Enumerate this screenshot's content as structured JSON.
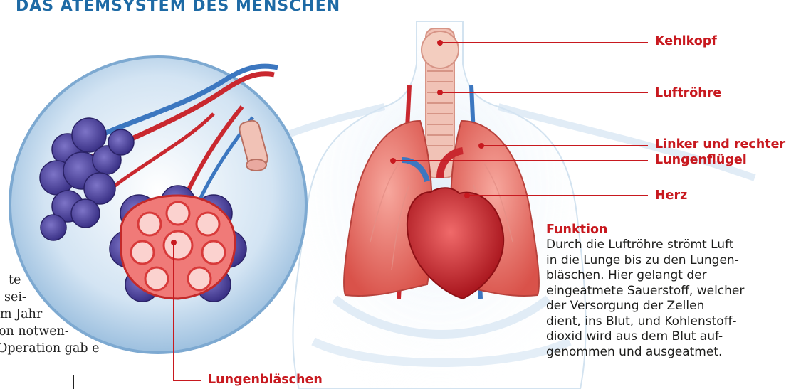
{
  "header": {
    "title": "DAS ATEMSYSTEM DES MENSCHEN"
  },
  "labels": {
    "kehlkopf": "Kehlkopf",
    "luftroehre": "Luftröhre",
    "lunge_line1": "Linker und rechter",
    "lunge_line2": "Lungenflügel",
    "herz": "Herz",
    "lungenblaeschen": "Lungenbläschen"
  },
  "function_box": {
    "title": "Funktion",
    "lines": [
      "Durch die Luftröhre strömt Luft",
      "in die Lunge bis zu den Lungen-",
      "bläschen. Hier gelangt der",
      "eingeatmete Sauerstoff, welcher",
      "der Versorgung der Zellen",
      "dient, ins Blut, und Kohlenstoff-",
      "dioxid wird aus dem Blut auf-",
      "genommen und ausgeatmet."
    ]
  },
  "side_text": {
    "lines": [
      "te",
      "sei-",
      "m Jahr",
      "on notwen-",
      "Operation gab es"
    ]
  },
  "colors": {
    "title_blue": "#1e6aa5",
    "label_red": "#c8191f",
    "body_text": "#1d1d1b"
  }
}
